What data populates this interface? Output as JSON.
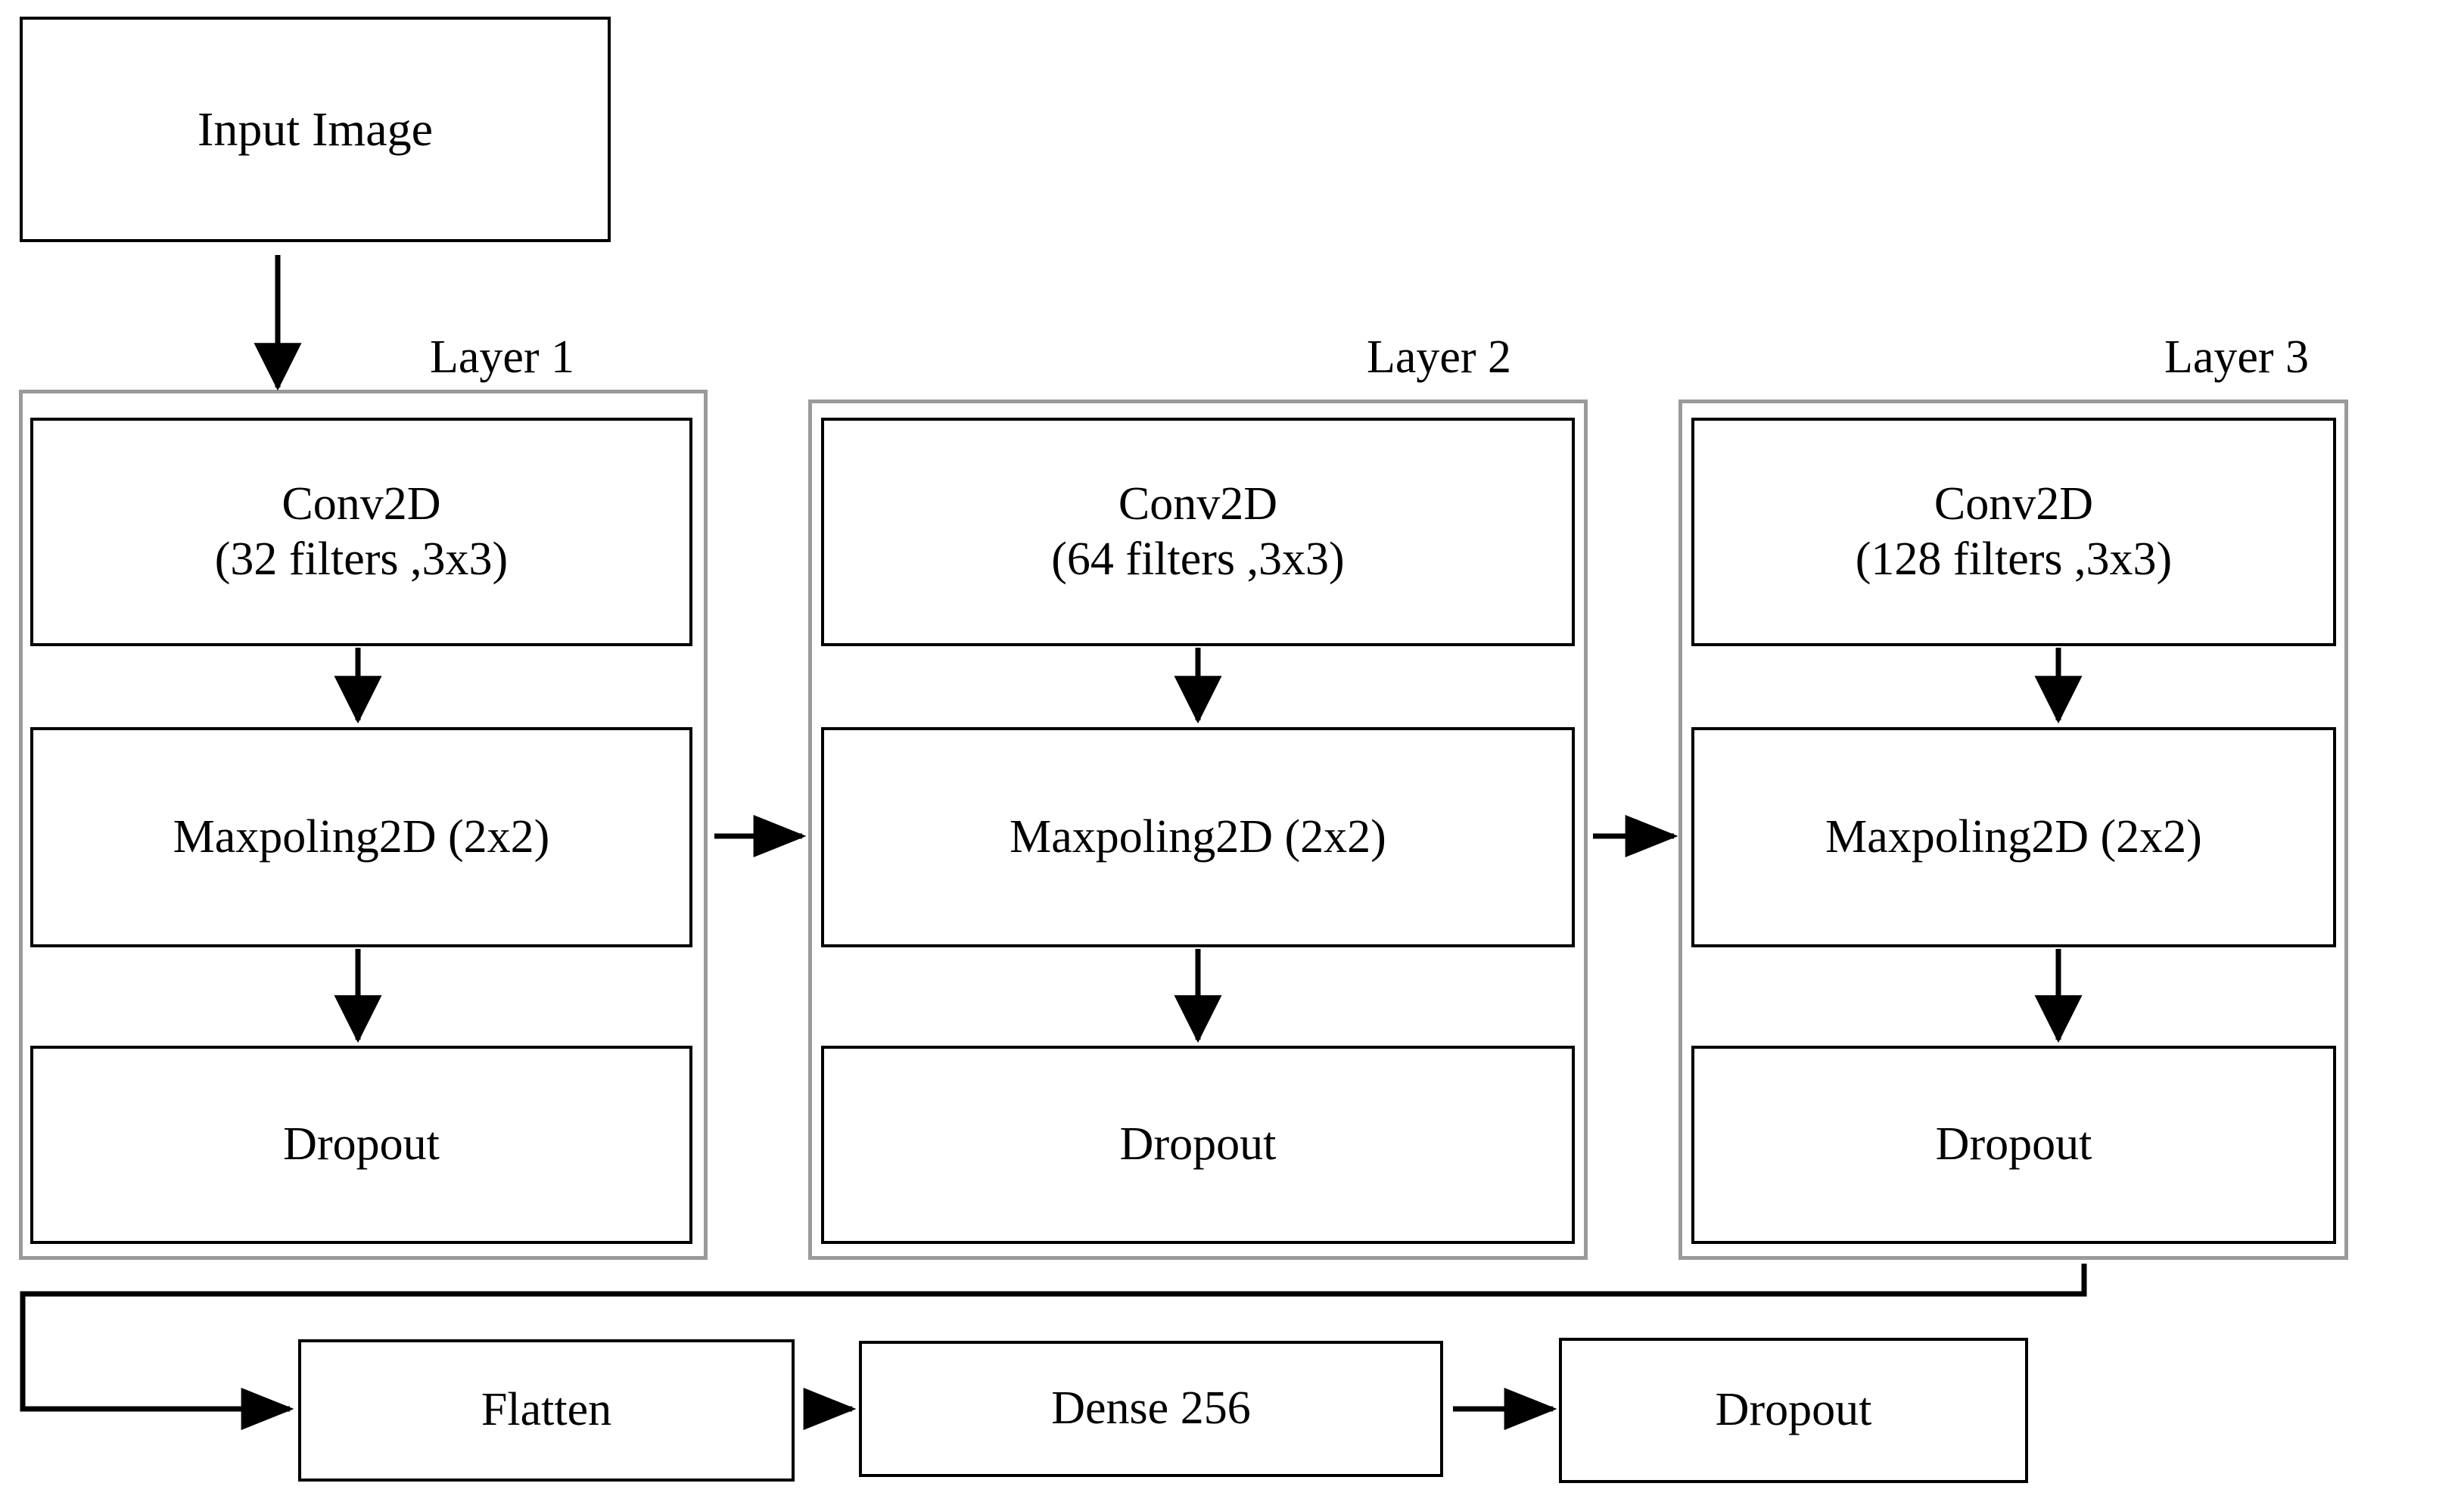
{
  "diagram": {
    "title": "CNN architecture block diagram",
    "colors": {
      "box_border": "#000000",
      "group_border": "#9a9a9a",
      "background": "#ffffff",
      "arrow": "#000000"
    },
    "input": {
      "label": "Input Image"
    },
    "layers": [
      {
        "group_label": "Layer 1",
        "blocks": [
          {
            "name": "conv",
            "label": "Conv2D\n(32 filters ,3x3)"
          },
          {
            "name": "pool",
            "label": "Maxpoling2D (2x2)"
          },
          {
            "name": "dropout",
            "label": "Dropout"
          }
        ]
      },
      {
        "group_label": "Layer 2",
        "blocks": [
          {
            "name": "conv",
            "label": "Conv2D\n(64 filters ,3x3)"
          },
          {
            "name": "pool",
            "label": "Maxpoling2D (2x2)"
          },
          {
            "name": "dropout",
            "label": "Dropout"
          }
        ]
      },
      {
        "group_label": "Layer 3",
        "blocks": [
          {
            "name": "conv",
            "label": "Conv2D\n(128 filters ,3x3)"
          },
          {
            "name": "pool",
            "label": "Maxpoling2D (2x2)"
          },
          {
            "name": "dropout",
            "label": "Dropout"
          }
        ]
      }
    ],
    "head": {
      "flatten": "Flatten",
      "dense": "Dense 256",
      "dropout": "Dropout"
    },
    "flow": {
      "input_to_layer1": "arrow-down",
      "layer1_to_layer2": "arrow-right",
      "layer2_to_layer3": "arrow-right",
      "layer3_to_flatten": "elbow-arrow",
      "flatten_to_dense": "arrow-right",
      "dense_to_dropout": "arrow-right"
    }
  }
}
